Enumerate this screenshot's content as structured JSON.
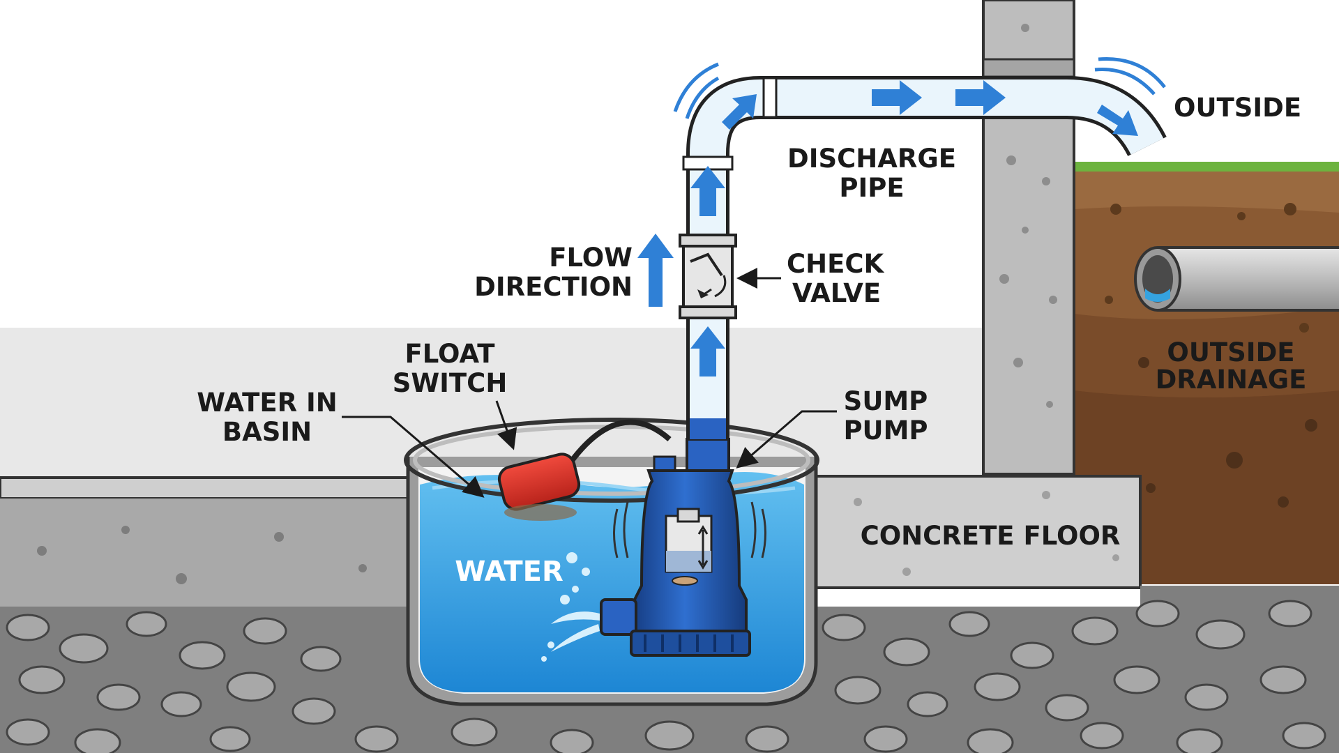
{
  "labels": {
    "outside": "OUTSIDE",
    "discharge_pipe": [
      "DISCHARGE",
      "PIPE"
    ],
    "flow_direction": [
      "FLOW",
      "DIRECTION"
    ],
    "check_valve": [
      "CHECK",
      "VALVE"
    ],
    "float_switch": [
      "FLOAT",
      "SWITCH"
    ],
    "water_in_basin": [
      "WATER IN",
      "BASIN"
    ],
    "sump_pump": [
      "SUMP",
      "PUMP"
    ],
    "outside_drainage": [
      "OUTSIDE",
      "DRAINAGE"
    ],
    "concrete_floor": "CONCRETE FLOOR",
    "water": "WATER"
  },
  "colors": {
    "water": "#35a3e0",
    "water_light": "#7fcaf2",
    "pump_blue": "#1f5bb3",
    "float_red": "#e0342a",
    "concrete": "#c9c9c9",
    "soil": "#8a5a33",
    "grass": "#6db33f",
    "gravel": "#8f8f8f",
    "flow_arrow": "#2f80d6"
  }
}
